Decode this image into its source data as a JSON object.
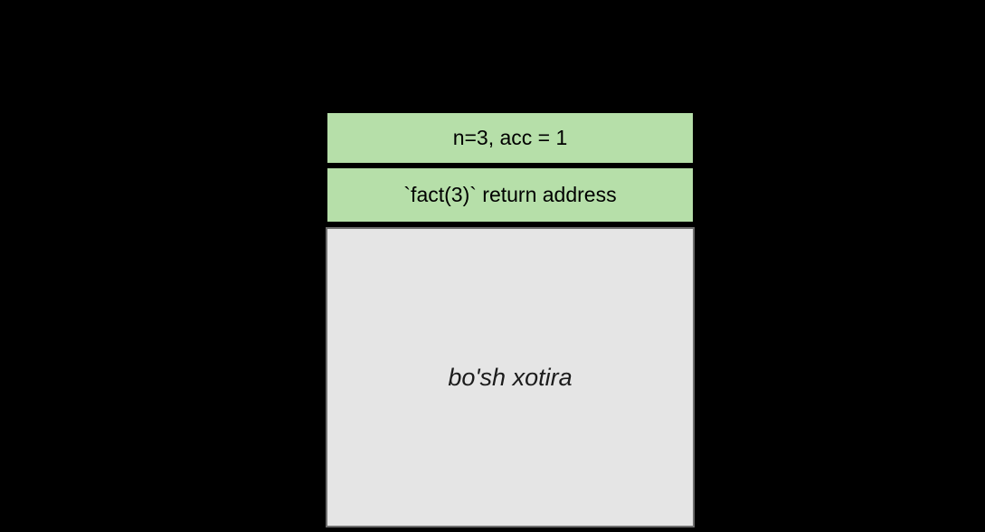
{
  "canvas": {
    "background_color": "#000000"
  },
  "diagram": {
    "type": "call-stack",
    "frames": [
      {
        "id": "frame-vars",
        "label": "n=3, acc = 1",
        "fill": "#b6dfa9",
        "border": "#000000",
        "text_color": "#000000"
      },
      {
        "id": "frame-return-address",
        "label": "`fact(3)` return address",
        "fill": "#b6dfa9",
        "border": "#000000",
        "text_color": "#000000"
      },
      {
        "id": "free-memory",
        "label": "bo'sh xotira",
        "fill": "#e5e5e5",
        "border": "#6e6e6e",
        "text_color": "#1c1c1c"
      }
    ]
  }
}
